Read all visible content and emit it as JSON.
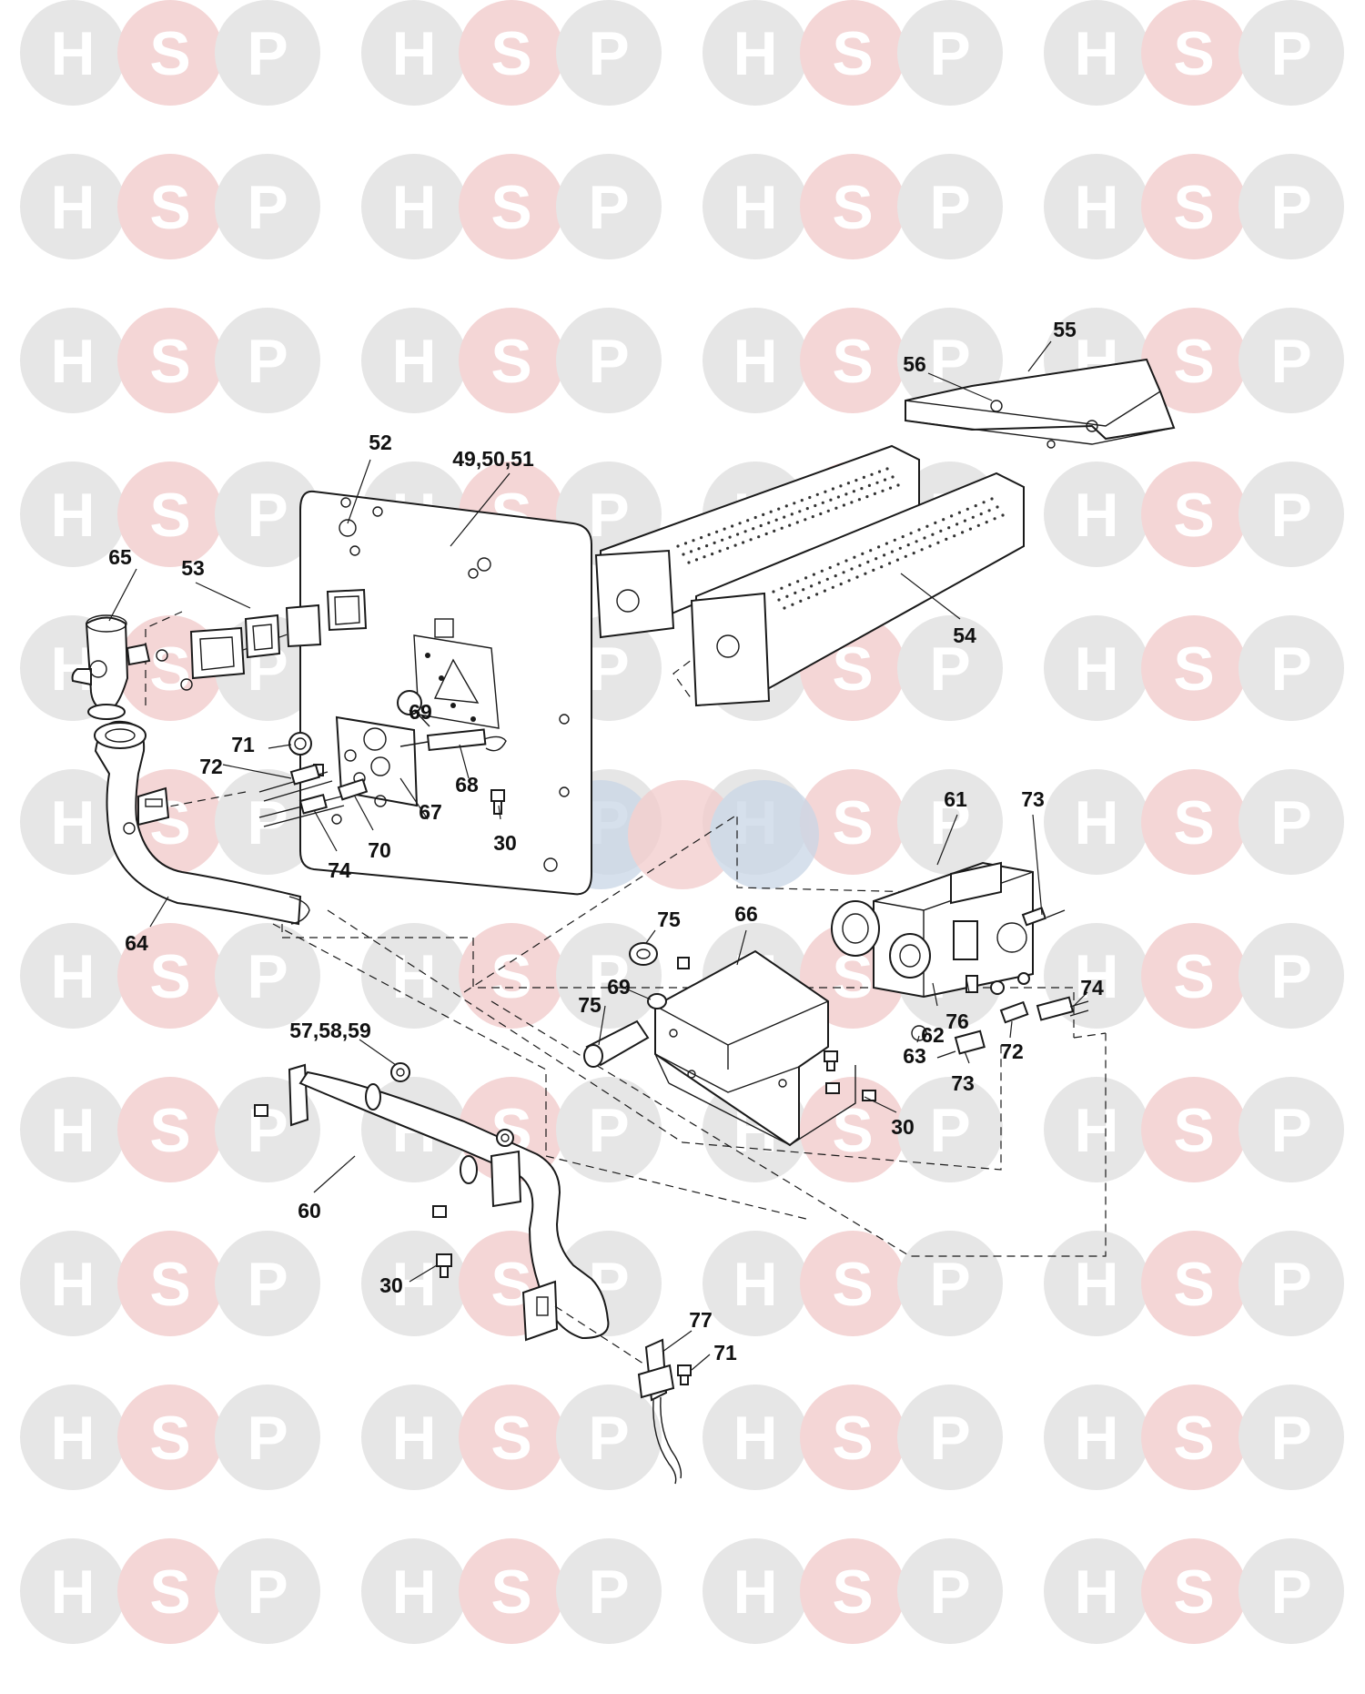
{
  "watermark": {
    "letters": [
      "H",
      "S",
      "P"
    ],
    "colors": {
      "H": "#e6e6e6",
      "S": "#f4d6d6",
      "P": "#e6e6e6",
      "letter": "#ffffff"
    },
    "center_badge_colors": [
      "#c9d6e6",
      "#f2cccc",
      "#c9d6e6"
    ]
  },
  "callouts": {
    "c55": "55",
    "c56": "56",
    "c52": "52",
    "c49_50_51": "49,50,51",
    "c65": "65",
    "c53": "53",
    "c54": "54",
    "c69a": "69",
    "c71a": "71",
    "c72a": "72",
    "c68": "68",
    "c67": "67",
    "c30a": "30",
    "c70": "70",
    "c74a": "74",
    "c64": "64",
    "c61": "61",
    "c73a": "73",
    "c75a": "75",
    "c66": "66",
    "c69b": "69",
    "c75b": "75",
    "c74b": "74",
    "c76": "76",
    "c62": "62",
    "c63": "63",
    "c72b": "72",
    "c73b": "73",
    "c30b": "30",
    "c57_58_59": "57,58,59",
    "c60": "60",
    "c30c": "30",
    "c77": "77",
    "c71b": "71"
  }
}
